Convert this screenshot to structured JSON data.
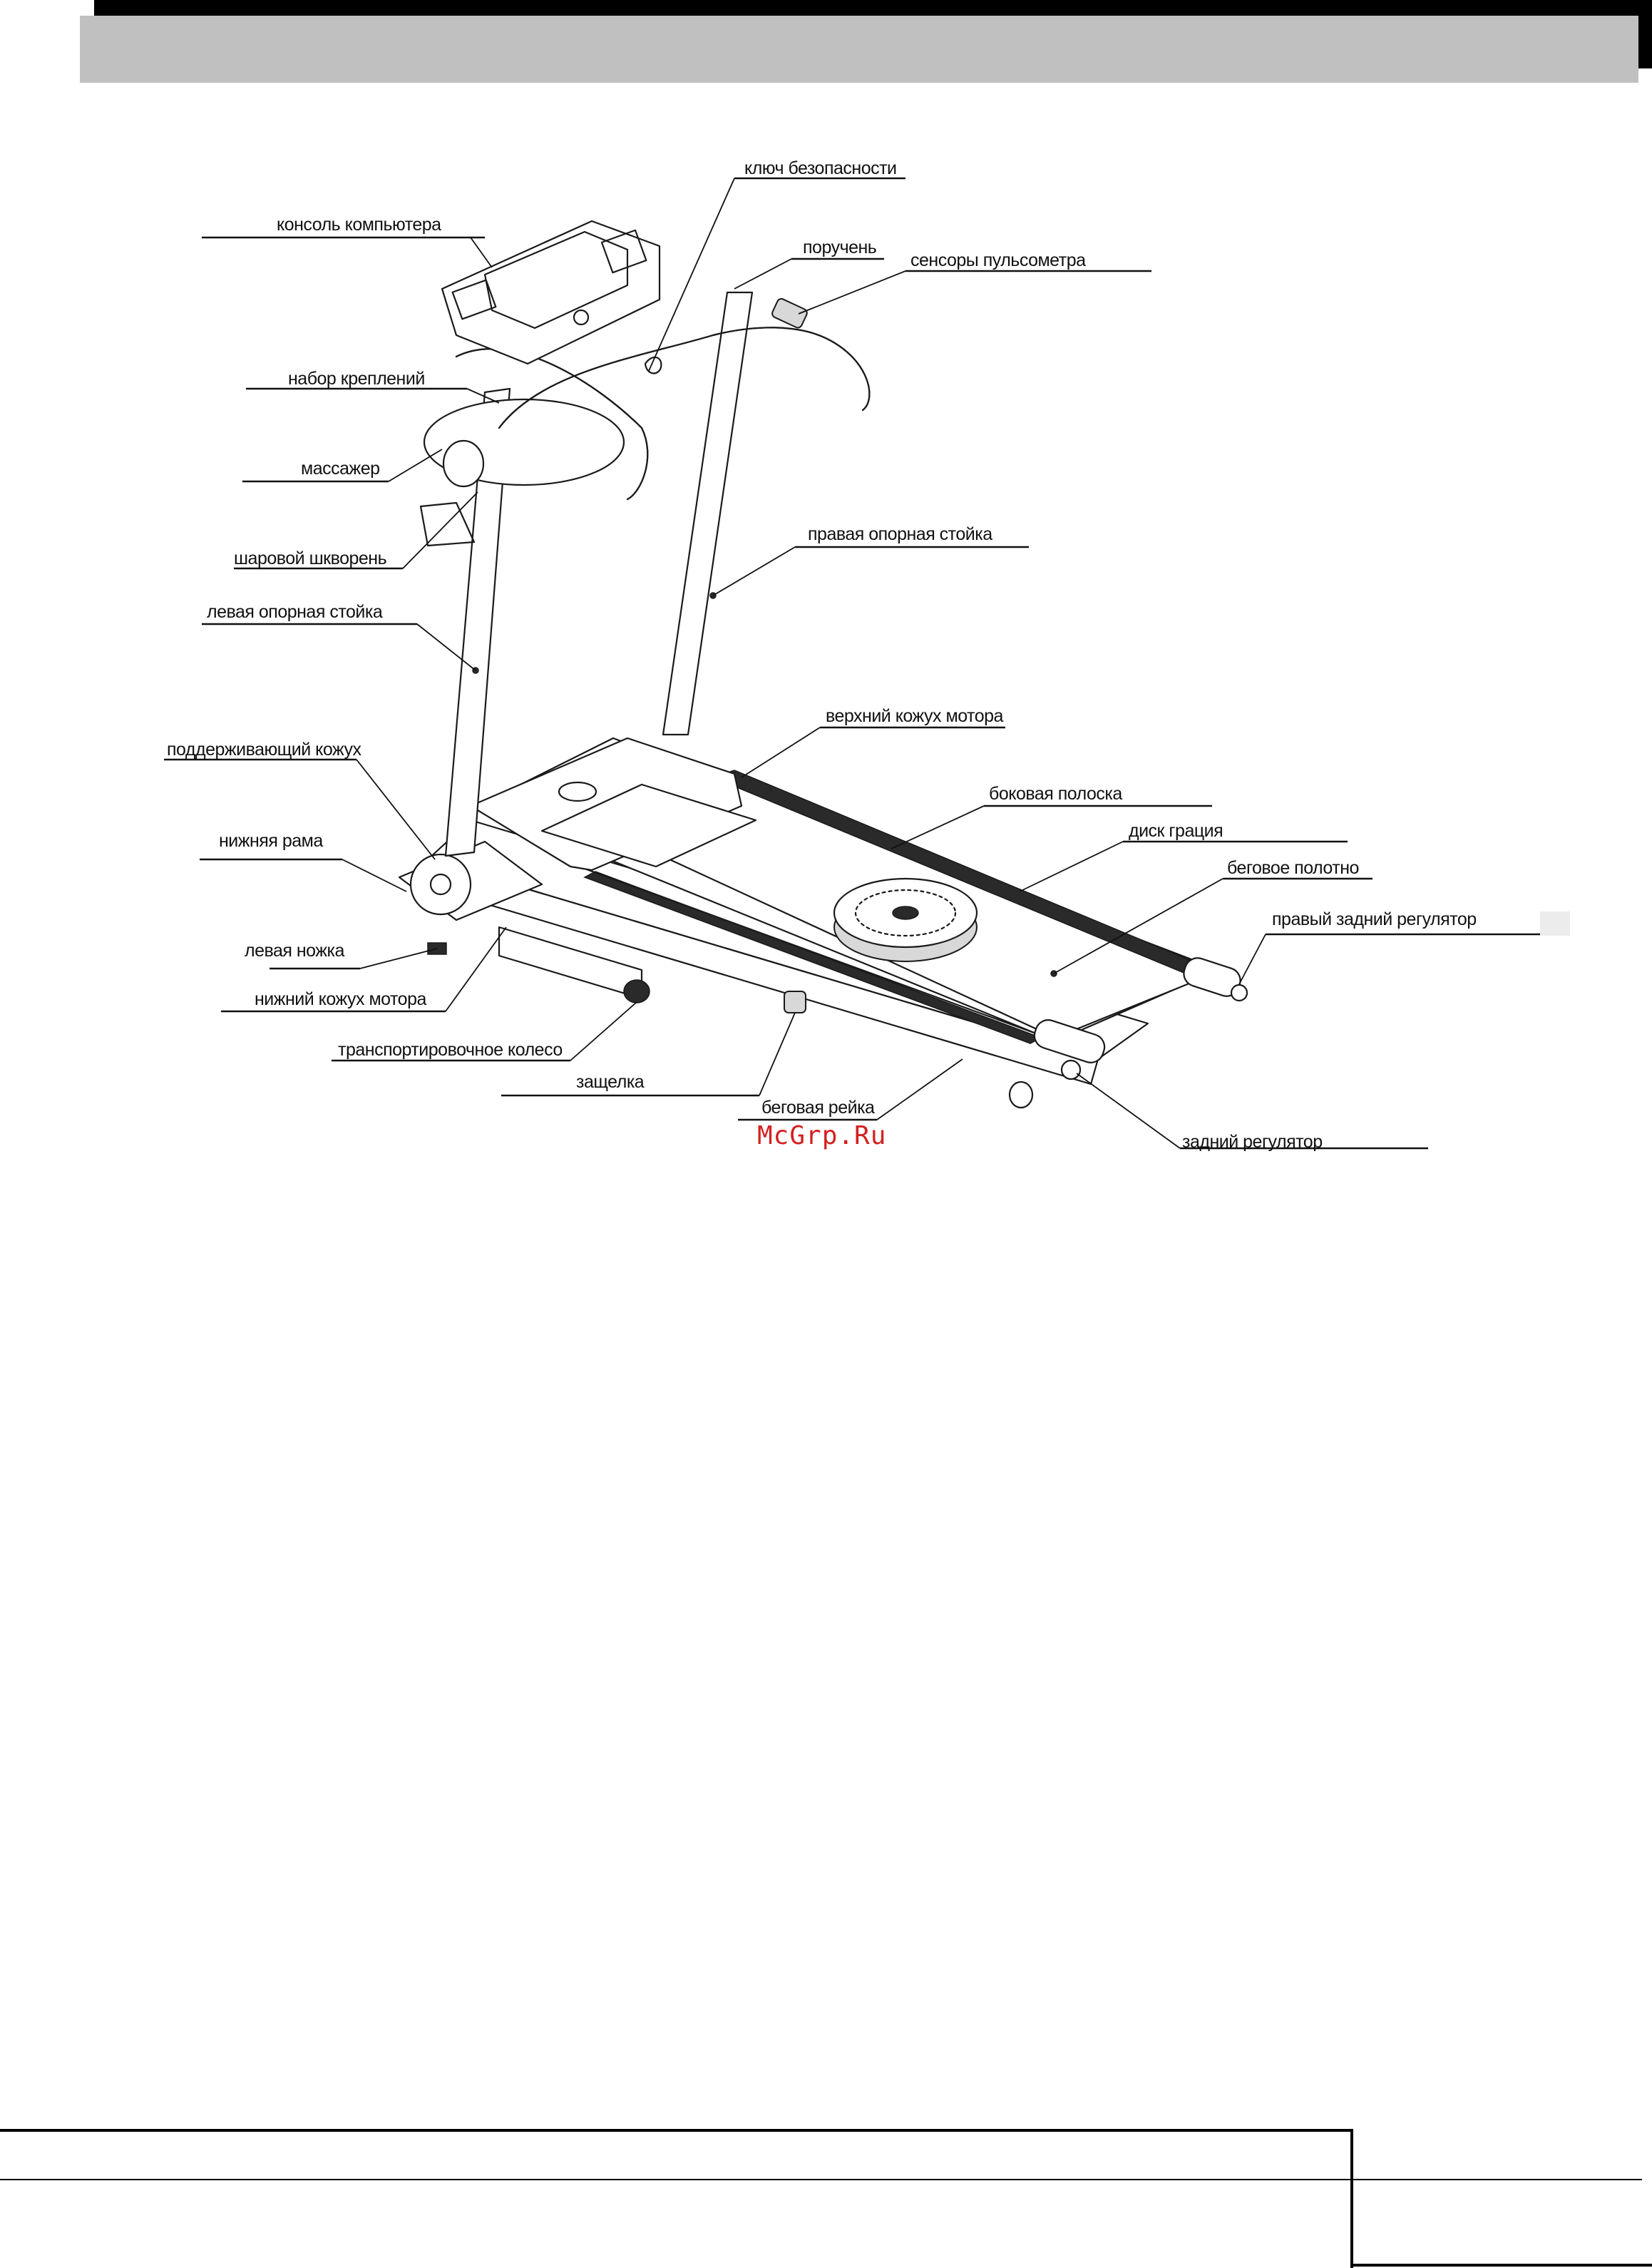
{
  "labels": {
    "safety_key": "ключ безопасности",
    "computer_console": "консоль компьютера",
    "handrail": "поручень",
    "pulse_sensors": "сенсоры пульсометра",
    "mounting_kit": "набор креплений",
    "massager": "массажер",
    "ball_pivot": "шаровой шкворень",
    "right_upright": "правая опорная стойка",
    "left_upright": "левая опорная стойка",
    "upper_motor_cover": "верхний кожух мотора",
    "support_cover": "поддерживающий кожух",
    "side_strip": "боковая полоска",
    "lower_frame": "нижняя рама",
    "twist_disc": "диск грация",
    "running_belt": "беговое полотно",
    "right_rear_adjuster": "правый задний регулятор",
    "left_foot": "левая ножка",
    "lower_motor_cover": "нижний кожух мотора",
    "transport_wheel": "транспортировочное колесо",
    "latch": "защелка",
    "running_rail": "беговая рейка",
    "rear_adjuster": "задний регулятор"
  },
  "watermark": "McGrp.Ru"
}
